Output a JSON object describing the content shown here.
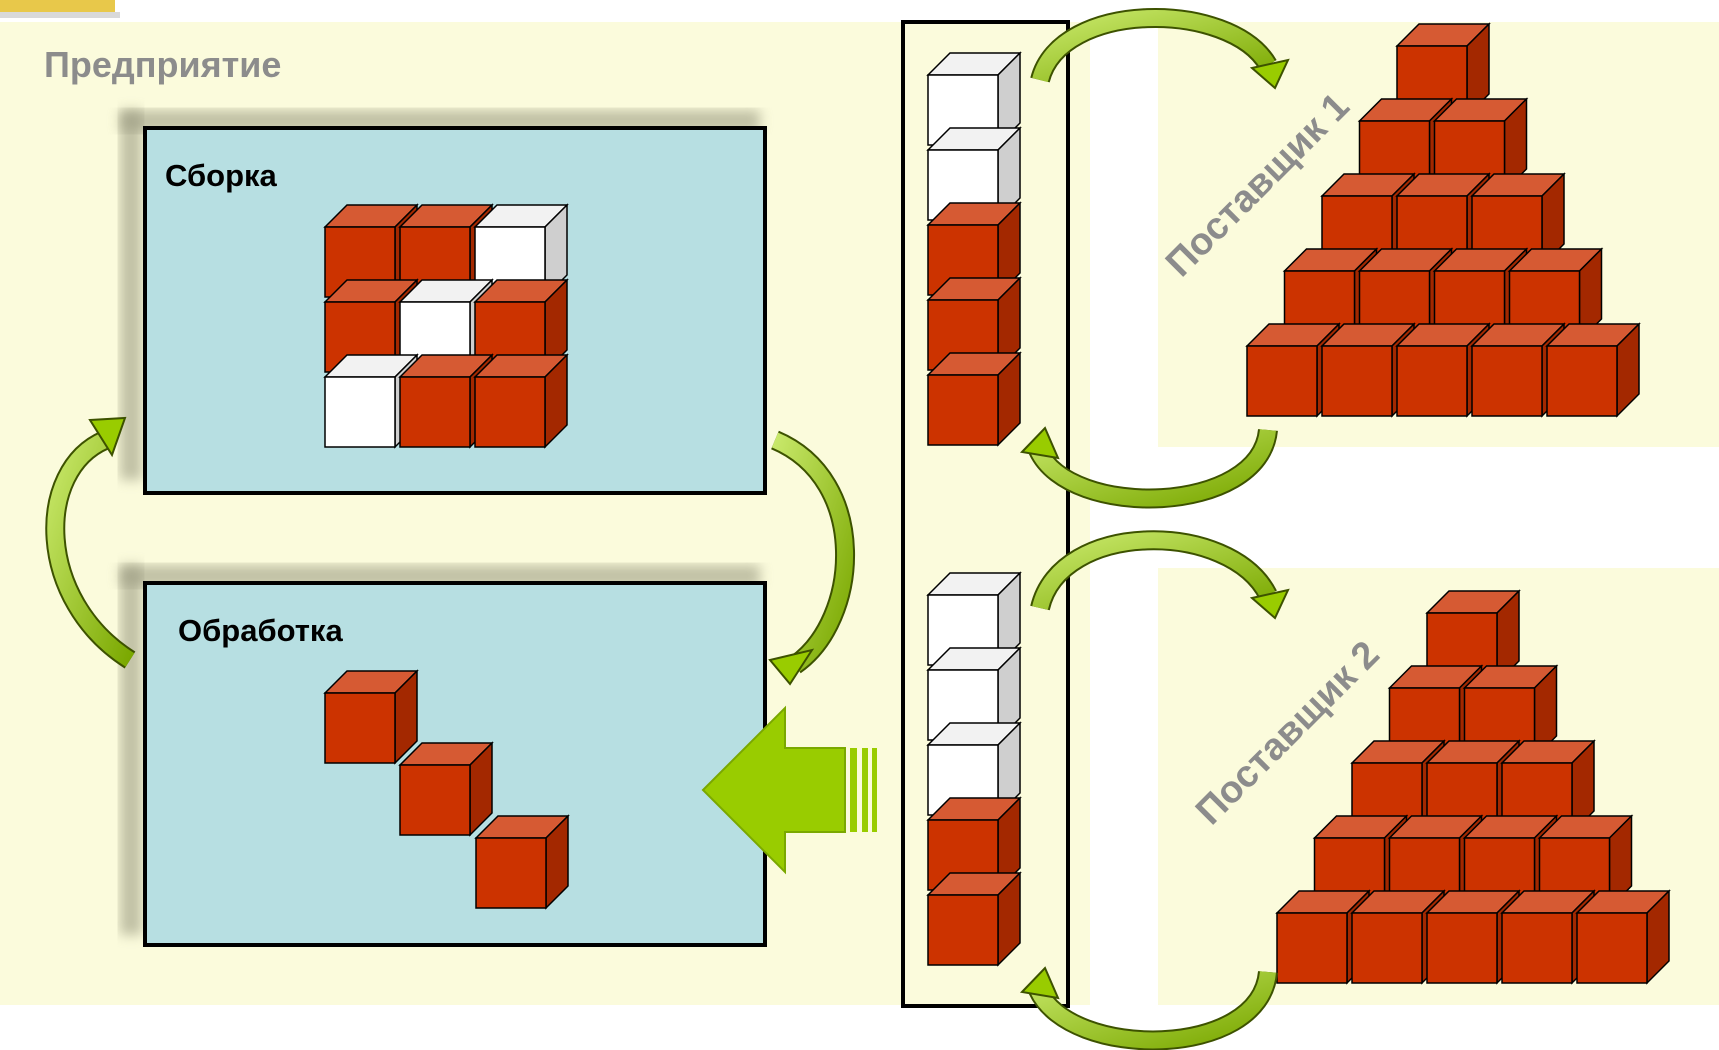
{
  "enterprise": {
    "label": "Предприятие"
  },
  "workshops": {
    "assembly": {
      "label": "Сборка"
    },
    "processing": {
      "label": "Обработка"
    }
  },
  "suppliers": [
    {
      "label": "Поставщик 1"
    },
    {
      "label": "Поставщик 2"
    }
  ],
  "colors": {
    "background_zone": "#fbfbdc",
    "workshop_fill": "#b7dfe2",
    "cube_red": "#cc3300",
    "cube_white": "#ffffff",
    "arrow_green": "#99cc00",
    "label_gray": "#8c8c8c"
  },
  "icons": {
    "logo_tab": "logo-tab-icon"
  }
}
